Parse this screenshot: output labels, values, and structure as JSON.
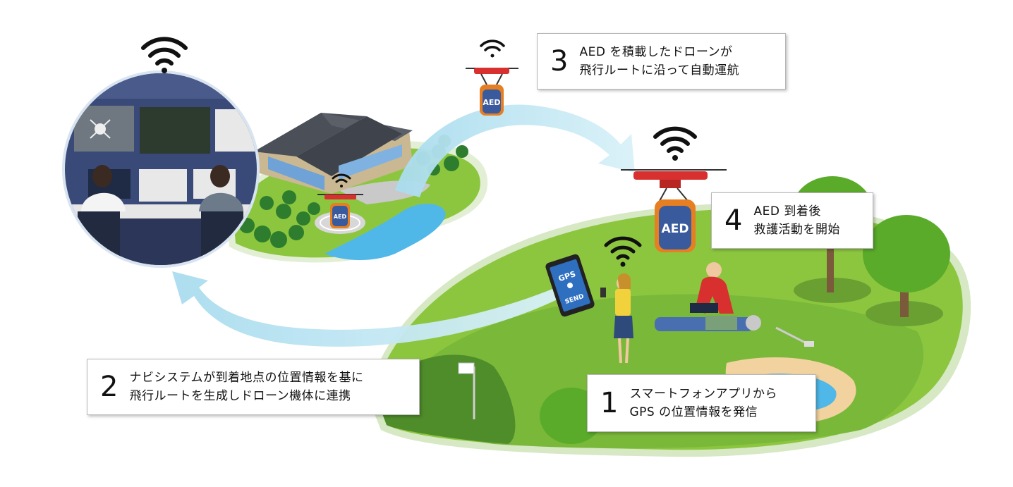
{
  "steps": [
    {
      "number": "1",
      "lines": [
        "スマートフォンアプリから",
        "GPS の位置情報を発信"
      ]
    },
    {
      "number": "2",
      "lines": [
        "ナビシステムが到着地点の位置情報を基に",
        "飛行ルートを生成しドローン機体に連携"
      ]
    },
    {
      "number": "3",
      "lines": [
        "AED を積載したドローンが",
        "飛行ルートに沿って自動運航"
      ]
    },
    {
      "number": "4",
      "lines": [
        "AED 到着後",
        "救護活動を開始"
      ]
    }
  ],
  "labels": {
    "aed": "AED",
    "phone_gps": "GPS",
    "phone_send": "SEND"
  },
  "colors": {
    "grass_light": "#8cc63f",
    "grass_dark": "#5a9b2e",
    "arrow": "#bfe6f2",
    "drone_red": "#d8302f",
    "aed_blue": "#3a5a9e",
    "aed_orange": "#e67e22",
    "control_room_bg": "#3a4a78",
    "water": "#4fb8e8",
    "sand": "#f2d3a0"
  },
  "icons": [
    "wifi-icon",
    "drone-icon",
    "smartphone-icon",
    "aed-box-icon",
    "golf-flag-icon",
    "golf-club-icon"
  ]
}
